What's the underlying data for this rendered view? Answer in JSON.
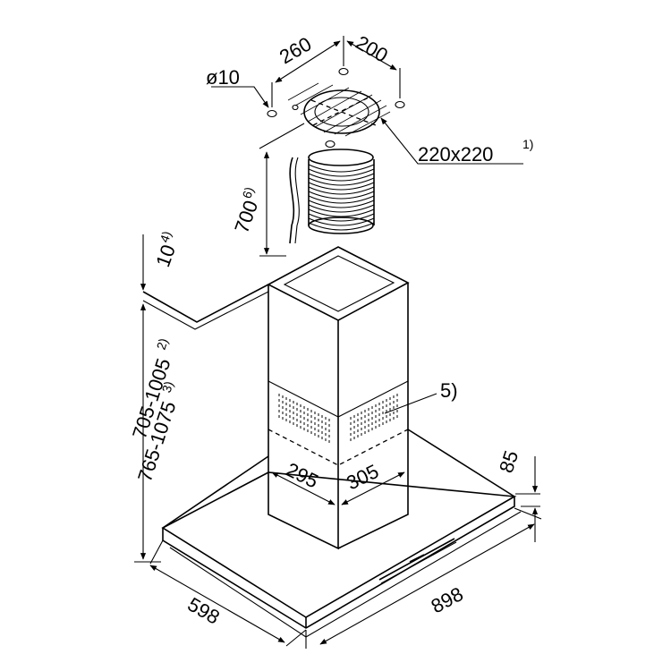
{
  "dimensions": {
    "ceiling_width": "260",
    "ceiling_depth": "200",
    "hole_diameter": "ø10",
    "duct_opening": "220x220",
    "duct_opening_note": "1)",
    "duct_length": "700",
    "duct_length_note": "6)",
    "ceiling_offset": "10",
    "ceiling_offset_note": "4)",
    "height_range_a": "705-1005",
    "height_range_a_note": "2)",
    "height_range_b": "765-1075",
    "height_range_b_note": "3)",
    "component_ref": "5)",
    "chimney_left": "295",
    "chimney_right": "305",
    "hood_height": "85",
    "hood_width": "898",
    "hood_depth": "598"
  }
}
